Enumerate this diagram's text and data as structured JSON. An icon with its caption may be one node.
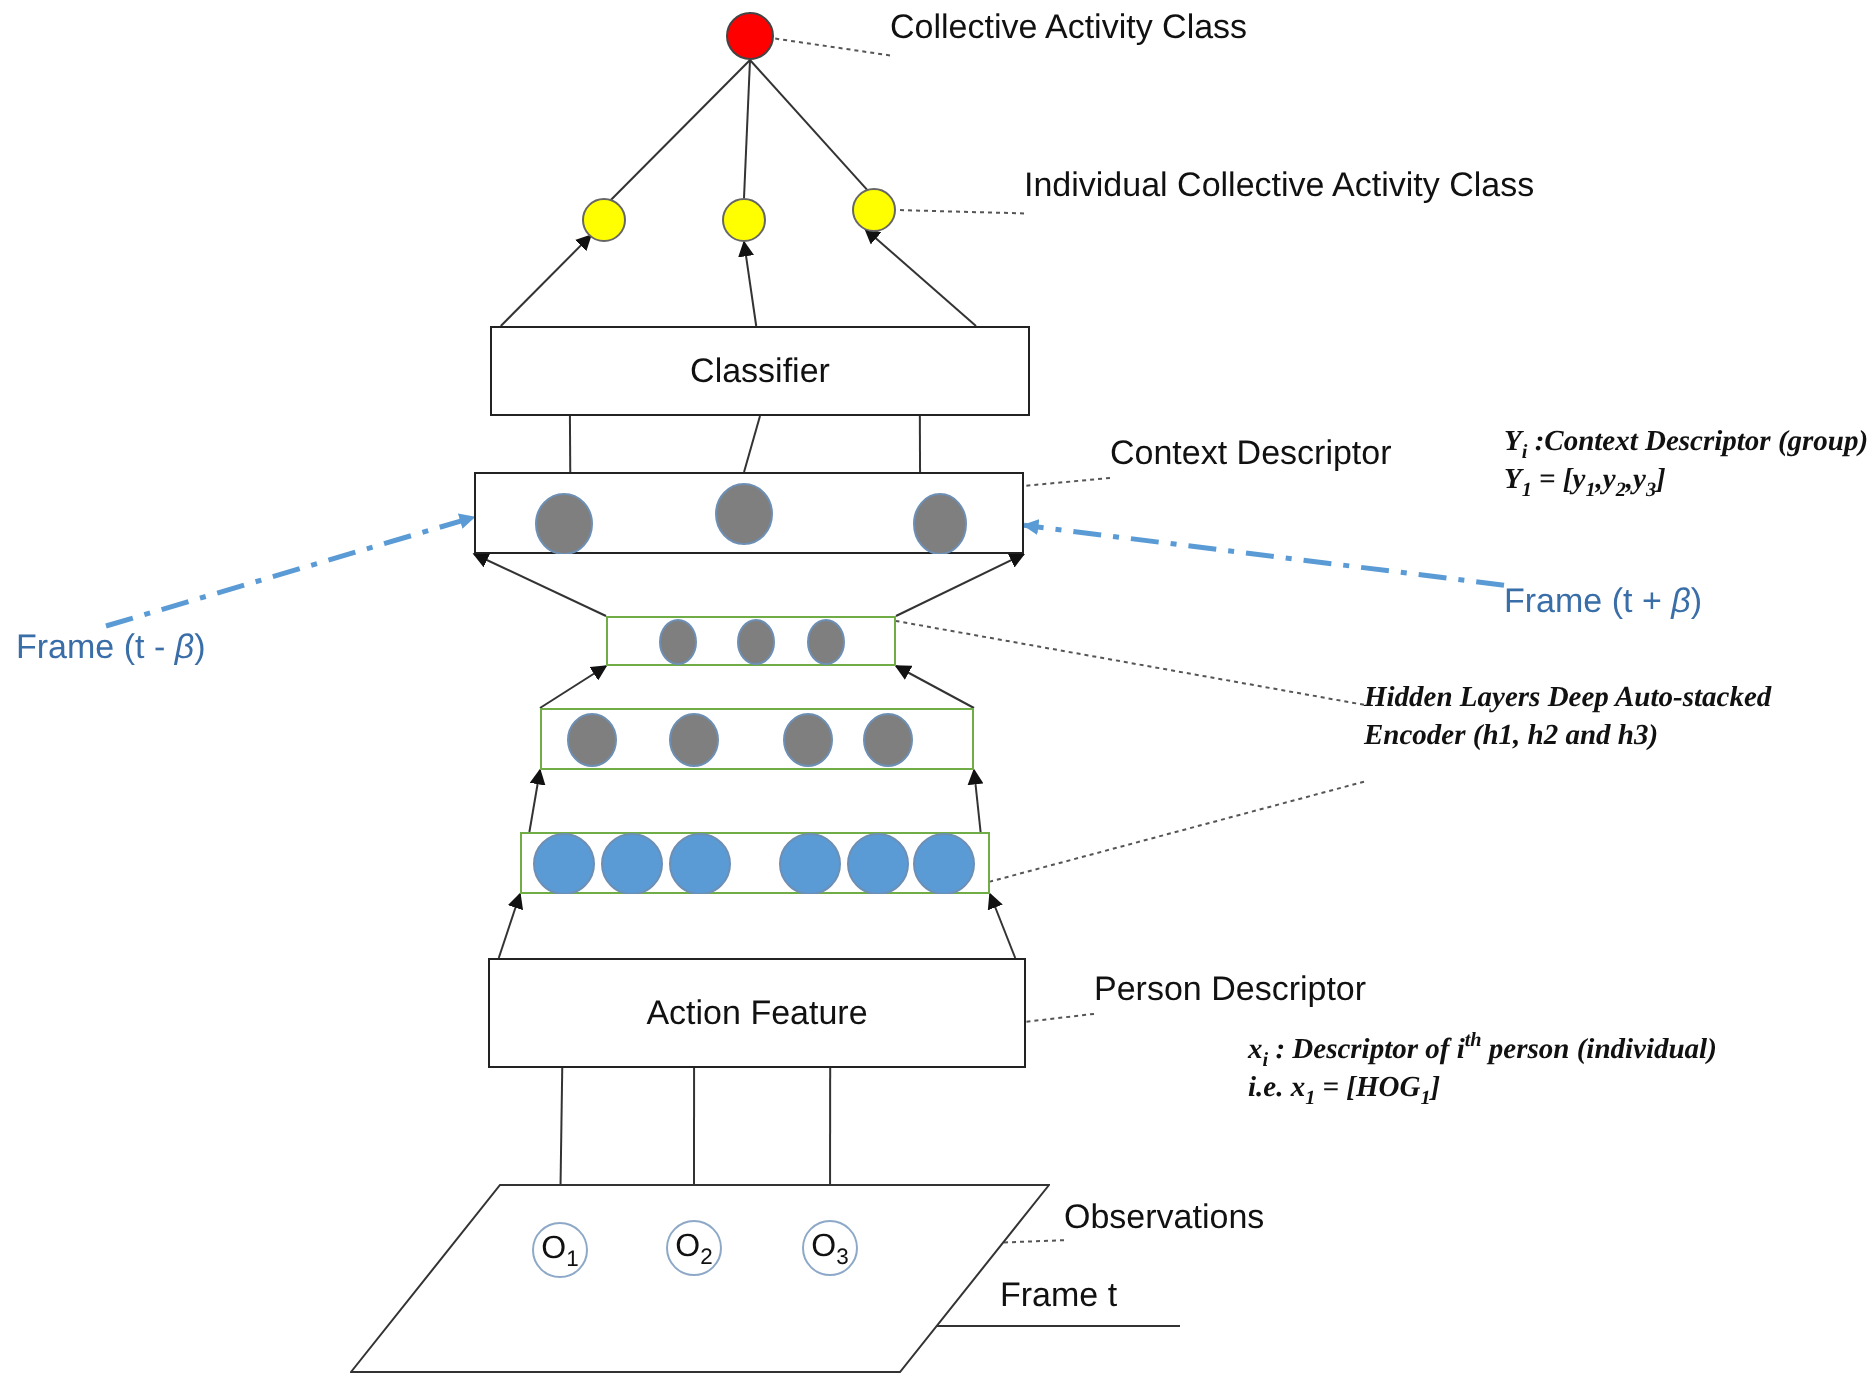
{
  "diagram": {
    "nodes": [
      {
        "text": [],
        "shape": "circle"
      },
      {
        "text": [],
        "shape": "circle"
      },
      {
        "text": [],
        "shape": "circle"
      },
      {
        "text": [],
        "shape": "circle"
      },
      {
        "text": [
          "Classifier"
        ]
      },
      {
        "text": [],
        "shape": "box"
      },
      {
        "text": [],
        "shape": "box"
      },
      {
        "text": [],
        "shape": "box"
      },
      {
        "text": [],
        "shape": "box"
      },
      {
        "text": [
          "Action Feature"
        ]
      },
      {
        "text": [],
        "shape": "parallelogram"
      },
      {
        "text": [
          "O$_{1}$"
        ],
        "in": 10
      },
      {
        "text": [
          "O$_{2}$"
        ],
        "in": 10
      },
      {
        "text": [
          "O$_{3}$"
        ],
        "in": 10
      },
      {
        "text": [
          "Collective Activity Class"
        ]
      },
      {
        "text": [
          "Individual Collective Activity Class"
        ]
      },
      {
        "text": [
          "Context Descriptor"
        ]
      },
      {
        "text": [
          "Hidden Layers Deep Auto-stacked Encoder (h1, h2 and h3)"
        ]
      },
      {
        "text": [
          "Person Descriptor"
        ]
      },
      {
        "text": [
          "Observations"
        ]
      },
      {
        "text": [
          "Frame t"
        ]
      },
      {
        "text": [
          "Frame (t - *β*)"
        ]
      },
      {
        "text": [
          "Frame (t + *β*)"
        ]
      }
    ],
    "edges": [
      {
        "from": 0,
        "to": 1,
        "arrow": "none"
      },
      {
        "from": 0,
        "to": 2,
        "arrow": "none"
      },
      {
        "from": 0,
        "to": 3,
        "arrow": "none"
      },
      {
        "from": 4,
        "to": 1,
        "arrow": "to"
      },
      {
        "from": 4,
        "to": 2,
        "arrow": "to"
      },
      {
        "from": 4,
        "to": 3,
        "arrow": "to"
      },
      {
        "from": 5,
        "to": 4,
        "arrow": "none"
      },
      {
        "from": 5,
        "to": 4,
        "arrow": "none"
      },
      {
        "from": 5,
        "to": 4,
        "arrow": "none"
      },
      {
        "from": 6,
        "to": 5,
        "arrow": "to"
      },
      {
        "from": 6,
        "to": 5,
        "arrow": "to"
      },
      {
        "from": 7,
        "to": 6,
        "arrow": "to"
      },
      {
        "from": 7,
        "to": 6,
        "arrow": "to"
      },
      {
        "from": 8,
        "to": 7,
        "arrow": "to"
      },
      {
        "from": 8,
        "to": 7,
        "arrow": "to"
      },
      {
        "from": 9,
        "to": 8,
        "arrow": "to"
      },
      {
        "from": 9,
        "to": 8,
        "arrow": "to"
      },
      {
        "from": 11,
        "to": 9,
        "arrow": "none"
      },
      {
        "from": 12,
        "to": 9,
        "arrow": "none"
      },
      {
        "from": 13,
        "to": 9,
        "arrow": "none"
      },
      {
        "from": 14,
        "to": 0,
        "arrow": "none",
        "style": "dashed"
      },
      {
        "from": 15,
        "to": 3,
        "arrow": "none",
        "style": "dashed"
      },
      {
        "from": 16,
        "to": 5,
        "arrow": "none",
        "style": "dashed"
      },
      {
        "from": 17,
        "to": 6,
        "arrow": "none",
        "style": "dashed"
      },
      {
        "from": 17,
        "to": 8,
        "arrow": "none",
        "style": "dashed"
      },
      {
        "from": 18,
        "to": 9,
        "arrow": "none",
        "style": "dashed"
      },
      {
        "from": 19,
        "to": 13,
        "arrow": "none",
        "style": "dashed"
      },
      {
        "from": 20,
        "to": 10,
        "arrow": "none"
      },
      {
        "from": 21,
        "to": 5,
        "arrow": "to",
        "style": "dashed",
        "color": "#5b9bd5"
      },
      {
        "from": 22,
        "to": 5,
        "arrow": "to",
        "style": "dashed",
        "color": "#5b9bd5"
      }
    ],
    "labels": [
      "Y$_{i}$ :Context Descriptor (group) Y$_{1}$ = [y$_{1}$,y$_{2}$,y$_{3}$]",
      "x$_{i}$ : Descriptor of i$^{th}$ person (individual) i.e. x$_{1}$ = [HOG$_{1}$]"
    ]
  }
}
